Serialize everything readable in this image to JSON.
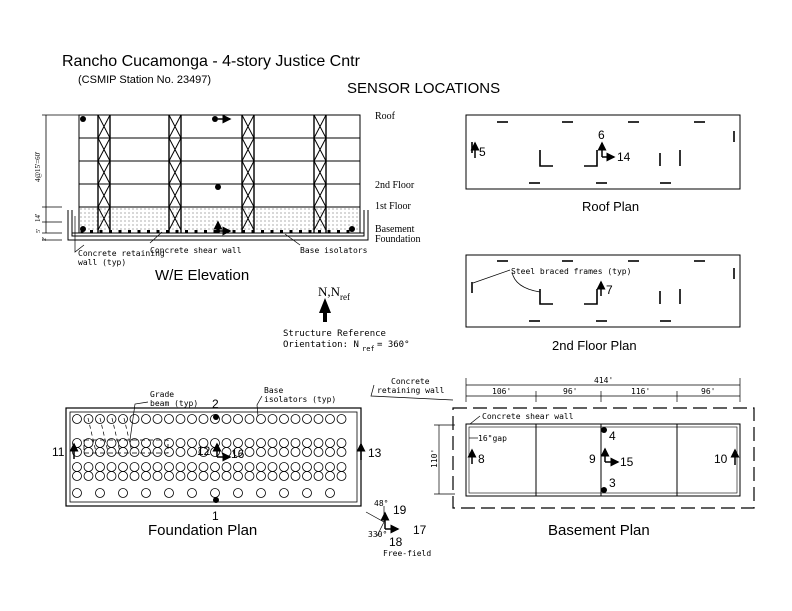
{
  "header": {
    "title": "Rancho Cucamonga - 4-story Justice Cntr",
    "station": "(CSMIP Station No. 23497)",
    "sensor_heading": "SENSOR LOCATIONS"
  },
  "elevation": {
    "caption": "W/E Elevation",
    "levels": {
      "roof": "Roof",
      "second": "2nd Floor",
      "first": "1st Floor",
      "basement": "Basement",
      "foundation": "Foundation"
    },
    "dim_height": "4@15'=60'",
    "dim_base": "14'",
    "dim_small": "5'",
    "dim_small2": "2'",
    "label_retaining": "Concrete retaining\nwall (typ)",
    "label_retaining_1": "Concrete retaining",
    "label_retaining_2": "wall (typ)",
    "label_shear": "Concrete shear wall",
    "label_isolators": "Base isolators"
  },
  "reference": {
    "north_label": "N,N",
    "north_sub": "ref",
    "orientation_1": "Structure Reference",
    "orientation_2": "Orientation: N",
    "orientation_sub": "ref",
    "orientation_val": " = 360°"
  },
  "roof_plan": {
    "caption": "Roof Plan",
    "sensors": {
      "s5": "5",
      "s6": "6",
      "s14": "14"
    }
  },
  "floor2_plan": {
    "caption": "2nd Floor Plan",
    "sensors": {
      "s7": "7"
    },
    "label_braced": "Steel braced frames (typ)"
  },
  "foundation_plan": {
    "caption": "Foundation Plan",
    "label_grade_1": "Grade",
    "label_grade_2": "beam (typ)",
    "label_base_1": "Base",
    "label_base_2": "isolators (typ)",
    "sensors": {
      "s1": "1",
      "s2": "2",
      "s11": "11",
      "s12": "12",
      "s13": "13",
      "s16": "16"
    }
  },
  "free_field": {
    "label": "Free-field",
    "angle1": "48°",
    "angle2": "330°",
    "sensors": {
      "s17": "17",
      "s18": "18",
      "s19": "19"
    }
  },
  "basement_plan": {
    "caption": "Basement Plan",
    "dim_total": "414'",
    "dims": [
      "106'",
      "96'",
      "116'",
      "96'"
    ],
    "dim_side": "110'",
    "label_retaining_1": "Concrete",
    "label_retaining_2": "retaining wall",
    "label_shear": "Concrete shear wall",
    "label_gap": "16\"gap",
    "sensors": {
      "s3": "3",
      "s4": "4",
      "s8": "8",
      "s9": "9",
      "s10": "10",
      "s15": "15"
    }
  }
}
